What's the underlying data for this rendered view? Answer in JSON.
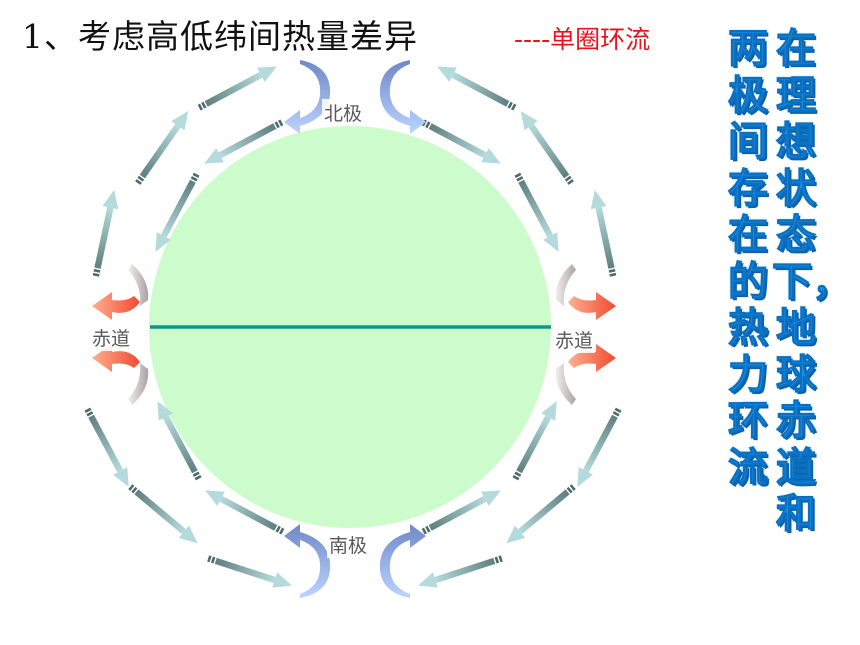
{
  "title": "1、考虑高低纬间热量差异",
  "subtitle": "----单圈环流",
  "side_text": {
    "col_right": "在理想状态下，地球赤道和",
    "col_left": "两极间存在的热力环流"
  },
  "labels": {
    "north_pole": "北极",
    "south_pole": "南极",
    "equator_left": "赤道",
    "equator_right": "赤道"
  },
  "colors": {
    "globe_fill": "#ccfccc",
    "equator_line": "#0f9688",
    "subtitle": "#e8141c",
    "side_text": "#1a8fe6",
    "pole_arrows": "#8fb0f0",
    "equator_arrows": "#f06040",
    "circulation_arrows": "#9ccccc"
  }
}
